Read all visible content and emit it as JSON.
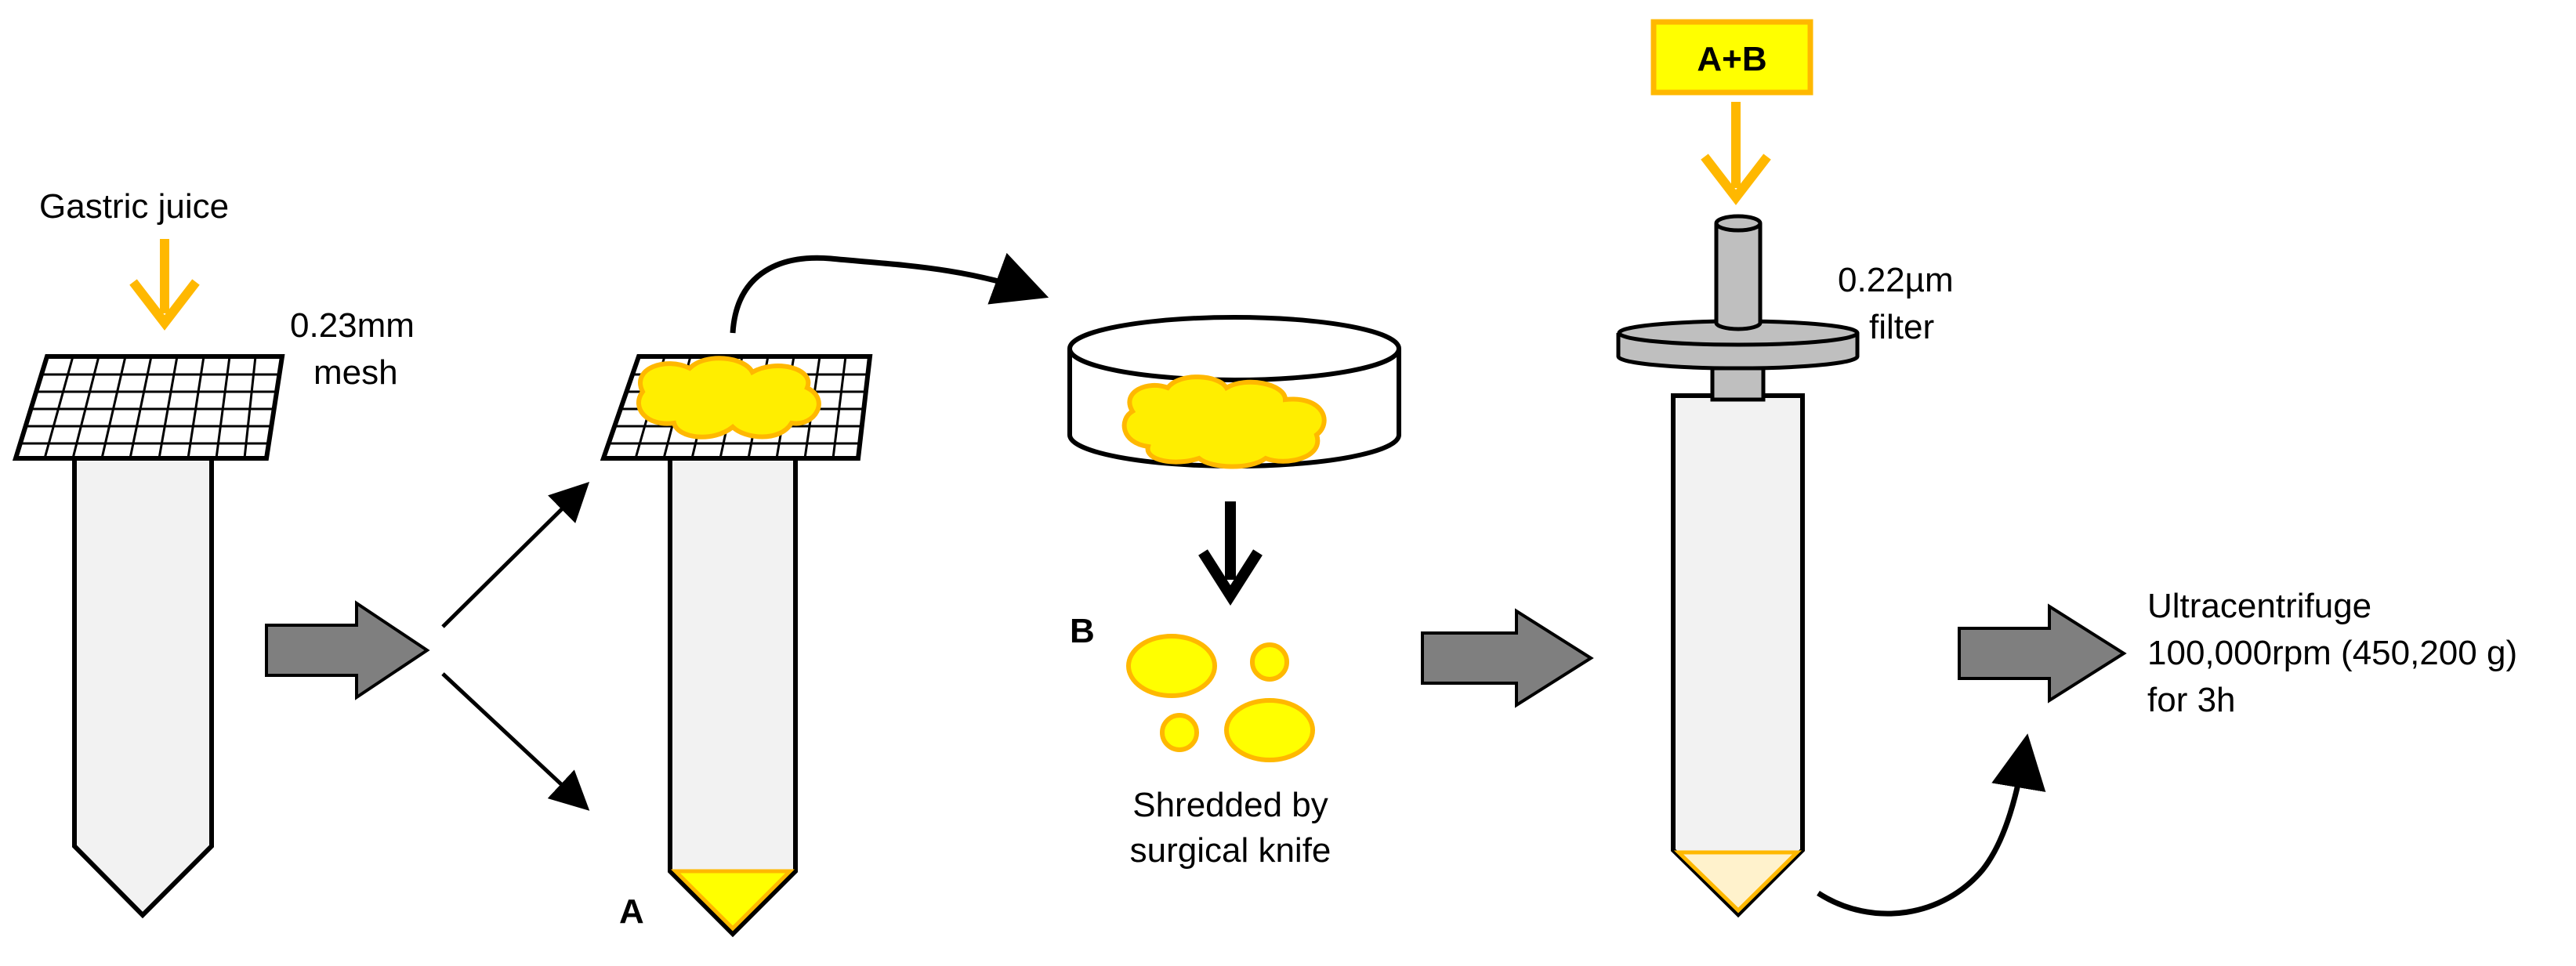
{
  "labels": {
    "gastric_juice": "Gastric juice",
    "mesh_size": "0.23mm",
    "mesh_word": "mesh",
    "marker_a": "A",
    "marker_b": "B",
    "shredded_line1": "Shredded by",
    "shredded_line2": "surgical knife",
    "filter_size": "0.22µm",
    "filter_word": "filter",
    "box_ab": "A+B",
    "ultra_line1": "Ultracentrifuge",
    "ultra_line2": "100,000rpm (450,200 g)",
    "ultra_line3": "for 3h"
  },
  "colors": {
    "yellow_arrow": "#FFB800",
    "yellow_fill": "#FFFF00",
    "tissue_fill": "#FFEE00",
    "tissue_outline": "#FFB800",
    "tube_fill": "#F2F2F2",
    "big_arrow": "#7F7F7F",
    "filter_gray": "#BFBFBF",
    "pellet_pale": "#FFF2CC",
    "outline": "#000000"
  }
}
